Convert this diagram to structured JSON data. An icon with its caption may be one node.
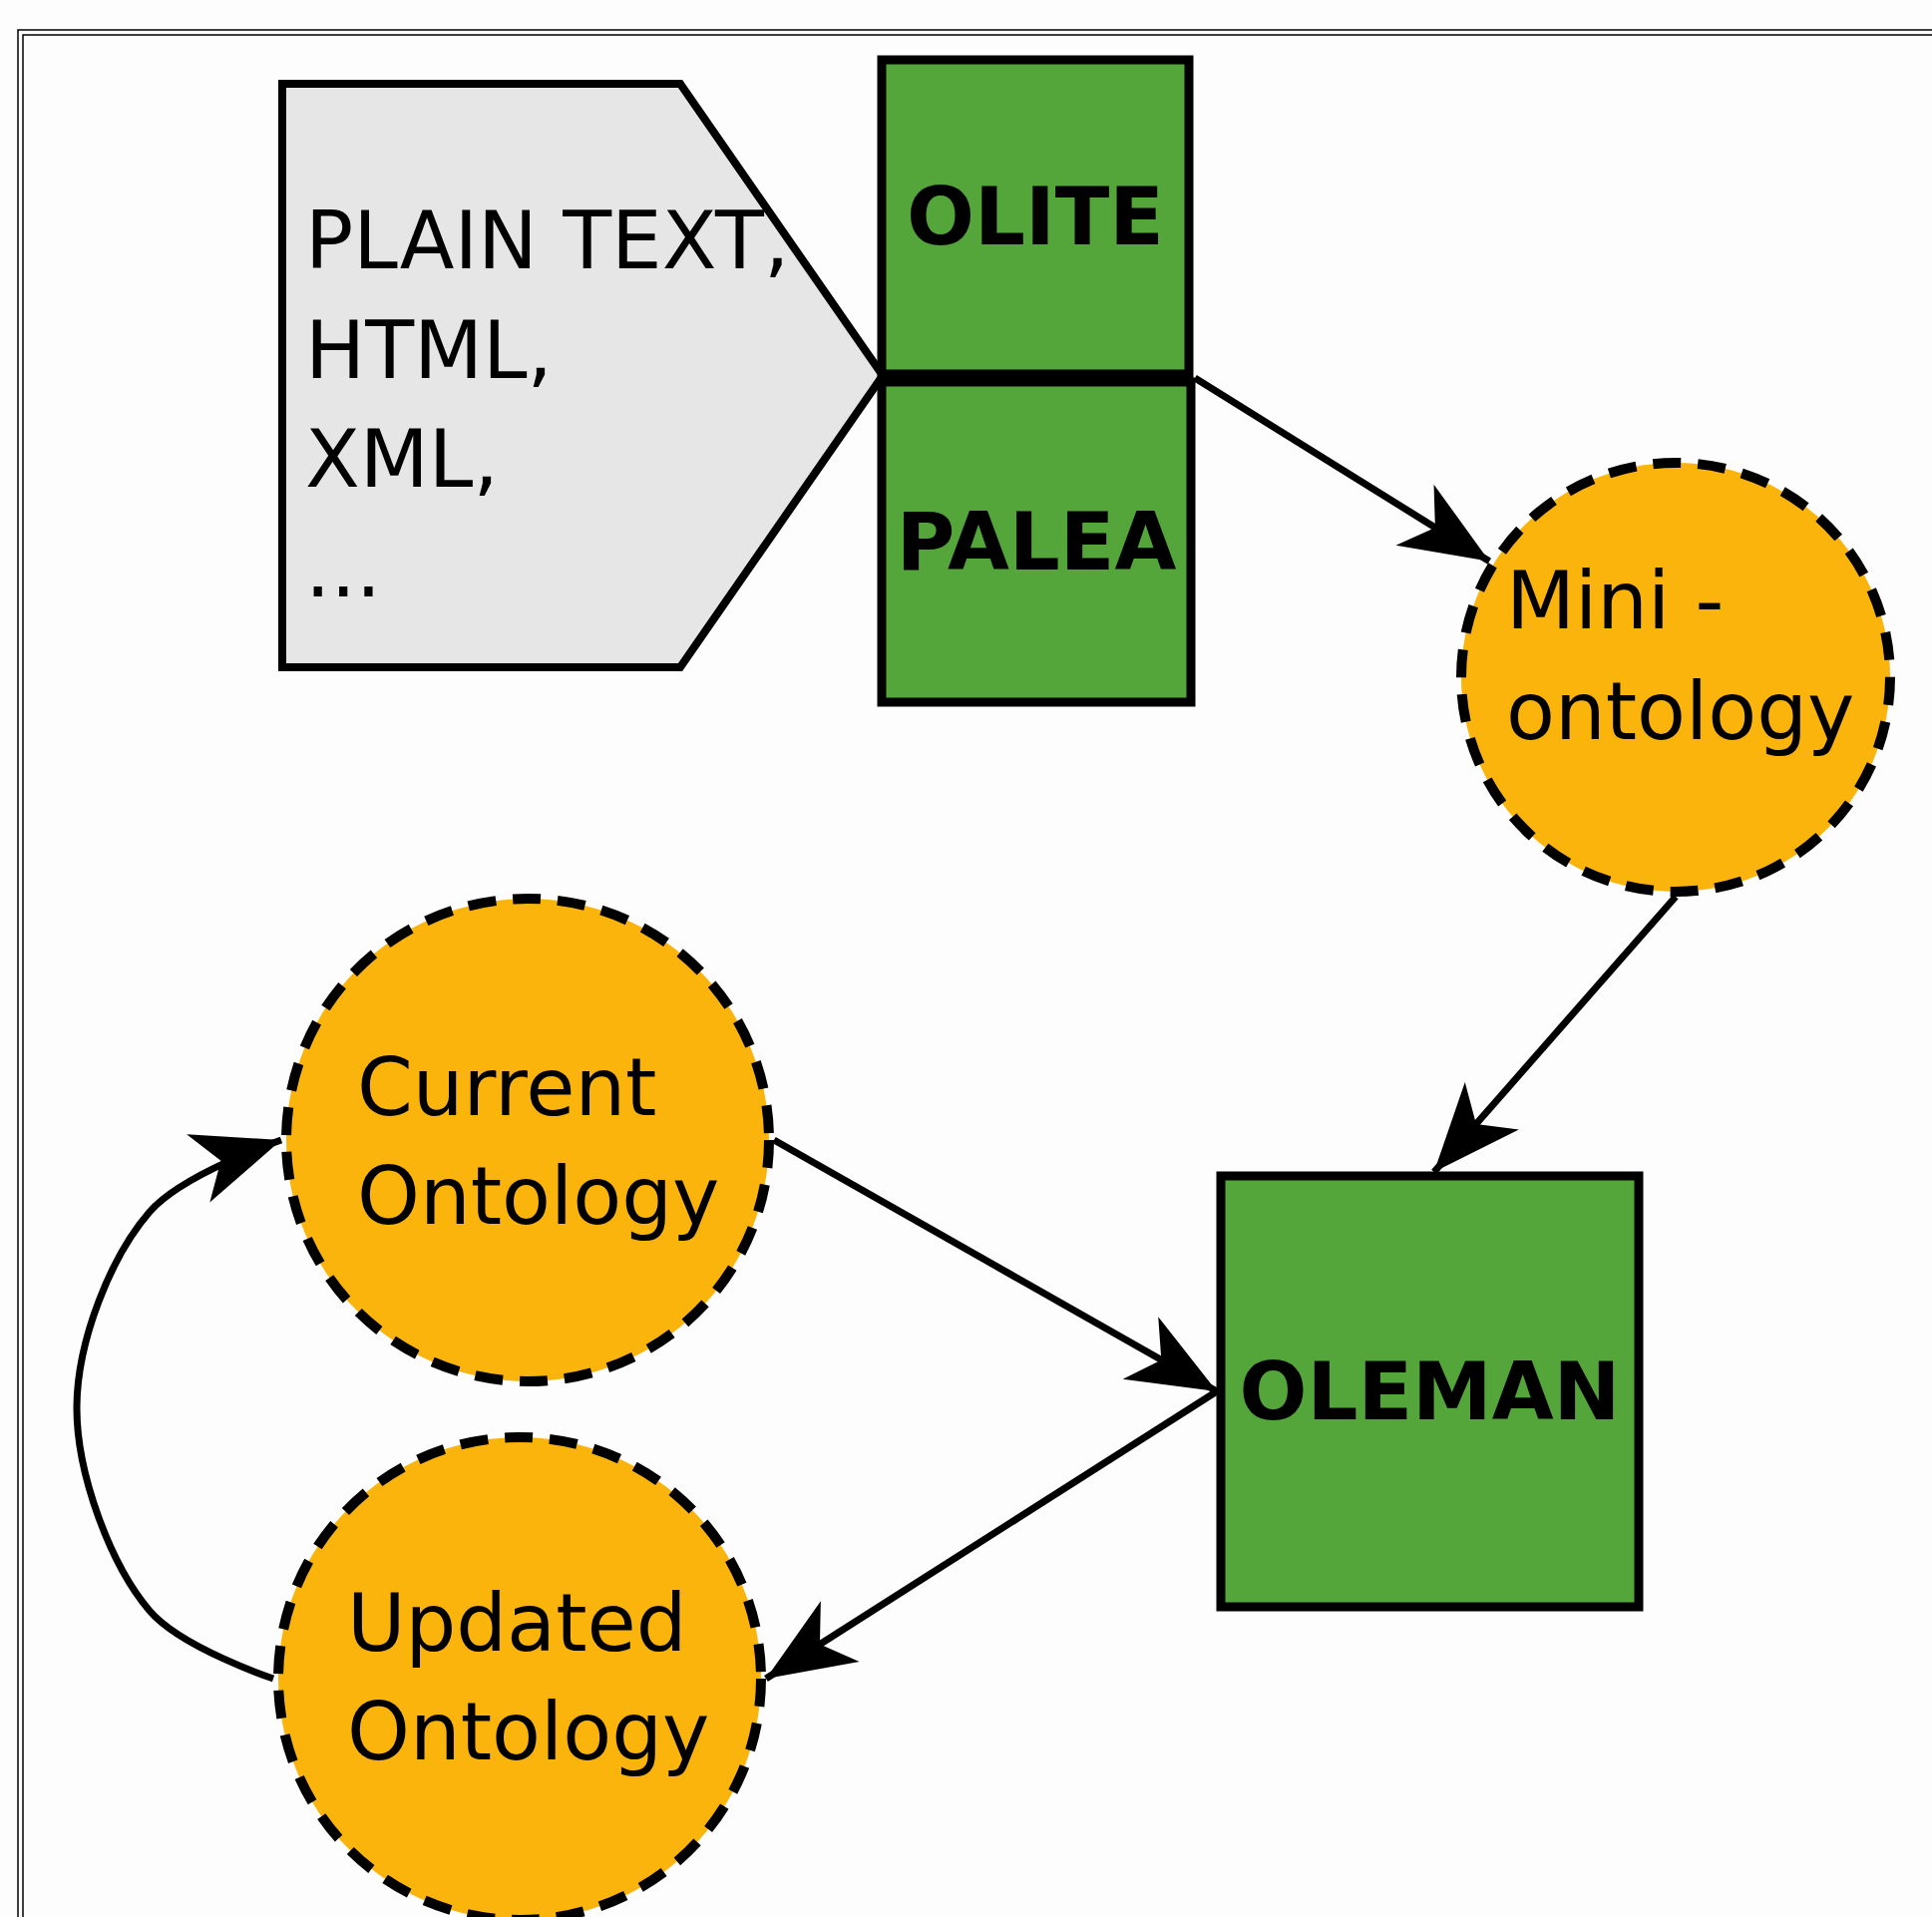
{
  "diagram": {
    "nodes": [
      {
        "text": [
          "PLAIN TEXT,",
          "HTML,",
          "XML,",
          "..."
        ]
      },
      {
        "text": [
          "OLITE"
        ]
      },
      {
        "text": [
          "PALEA"
        ]
      },
      {
        "text": [
          "Mini - ontology"
        ]
      },
      {
        "text": [
          "Current Ontology"
        ]
      },
      {
        "text": [
          "Updated Ontology"
        ]
      },
      {
        "text": [
          "OLEMAN"
        ]
      }
    ],
    "edges": [
      {
        "from": 2,
        "to": 3,
        "arrow": "to"
      },
      {
        "from": 3,
        "to": 6,
        "arrow": "to"
      },
      {
        "from": 4,
        "to": 6,
        "arrow": "to"
      },
      {
        "from": 6,
        "to": 5,
        "arrow": "to"
      },
      {
        "from": 5,
        "to": 4,
        "arrow": "to"
      }
    ]
  }
}
